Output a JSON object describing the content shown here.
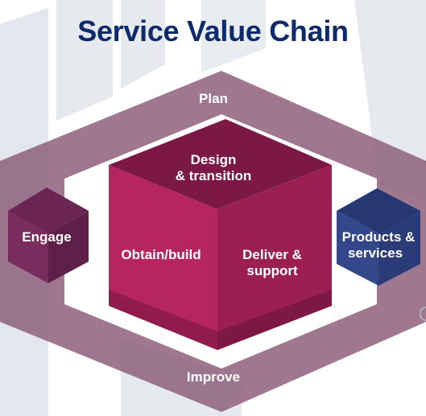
{
  "title": "Service Value Chain",
  "labels": {
    "plan": "Plan",
    "improve": "Improve",
    "engage": "Engage",
    "design_line1": "Design",
    "design_line2": "& transition",
    "obtain": "Obtain/build",
    "deliver_line1": "Deliver &",
    "deliver_line2": "support",
    "products_line1": "Products &",
    "products_line2": "services"
  },
  "colors": {
    "title": "#0d2a6b",
    "frame": "#8a5a78",
    "cube_front_left": "#b5255f",
    "cube_front_right": "#9c1f52",
    "cube_top": "#7c1846",
    "engage_cube": "#6e2756",
    "products_cube": "#2d3f7c",
    "watermark": "#dfe3ea"
  }
}
